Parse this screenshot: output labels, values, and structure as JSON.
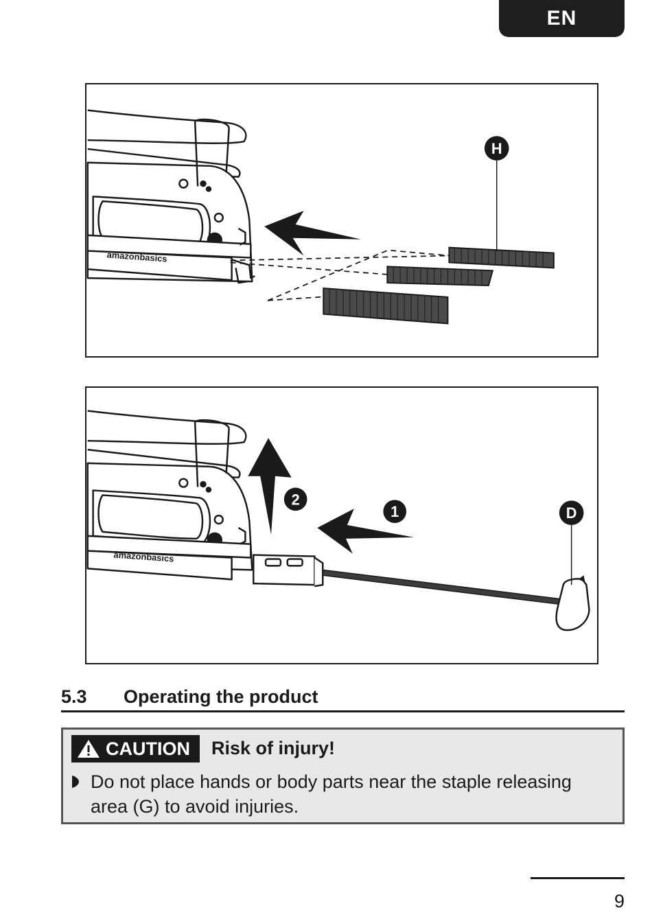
{
  "header": {
    "language": "EN"
  },
  "figures": [
    {
      "brand_label": "amazonbasics",
      "callout": "H"
    },
    {
      "brand_label": "amazonbasics",
      "callout": "D",
      "steps": [
        "1",
        "2"
      ]
    }
  ],
  "section": {
    "number": "5.3",
    "title": "Operating the product"
  },
  "caution": {
    "badge": "CAUTION",
    "title": "Risk of injury!",
    "items": [
      "Do not place hands or body parts near the staple releasing area (G) to avoid injuries."
    ]
  },
  "footer": {
    "page_number": "9"
  },
  "colors": {
    "ink": "#1a1a1a",
    "caution_bg": "#e8e8e8",
    "caution_border": "#555555"
  }
}
